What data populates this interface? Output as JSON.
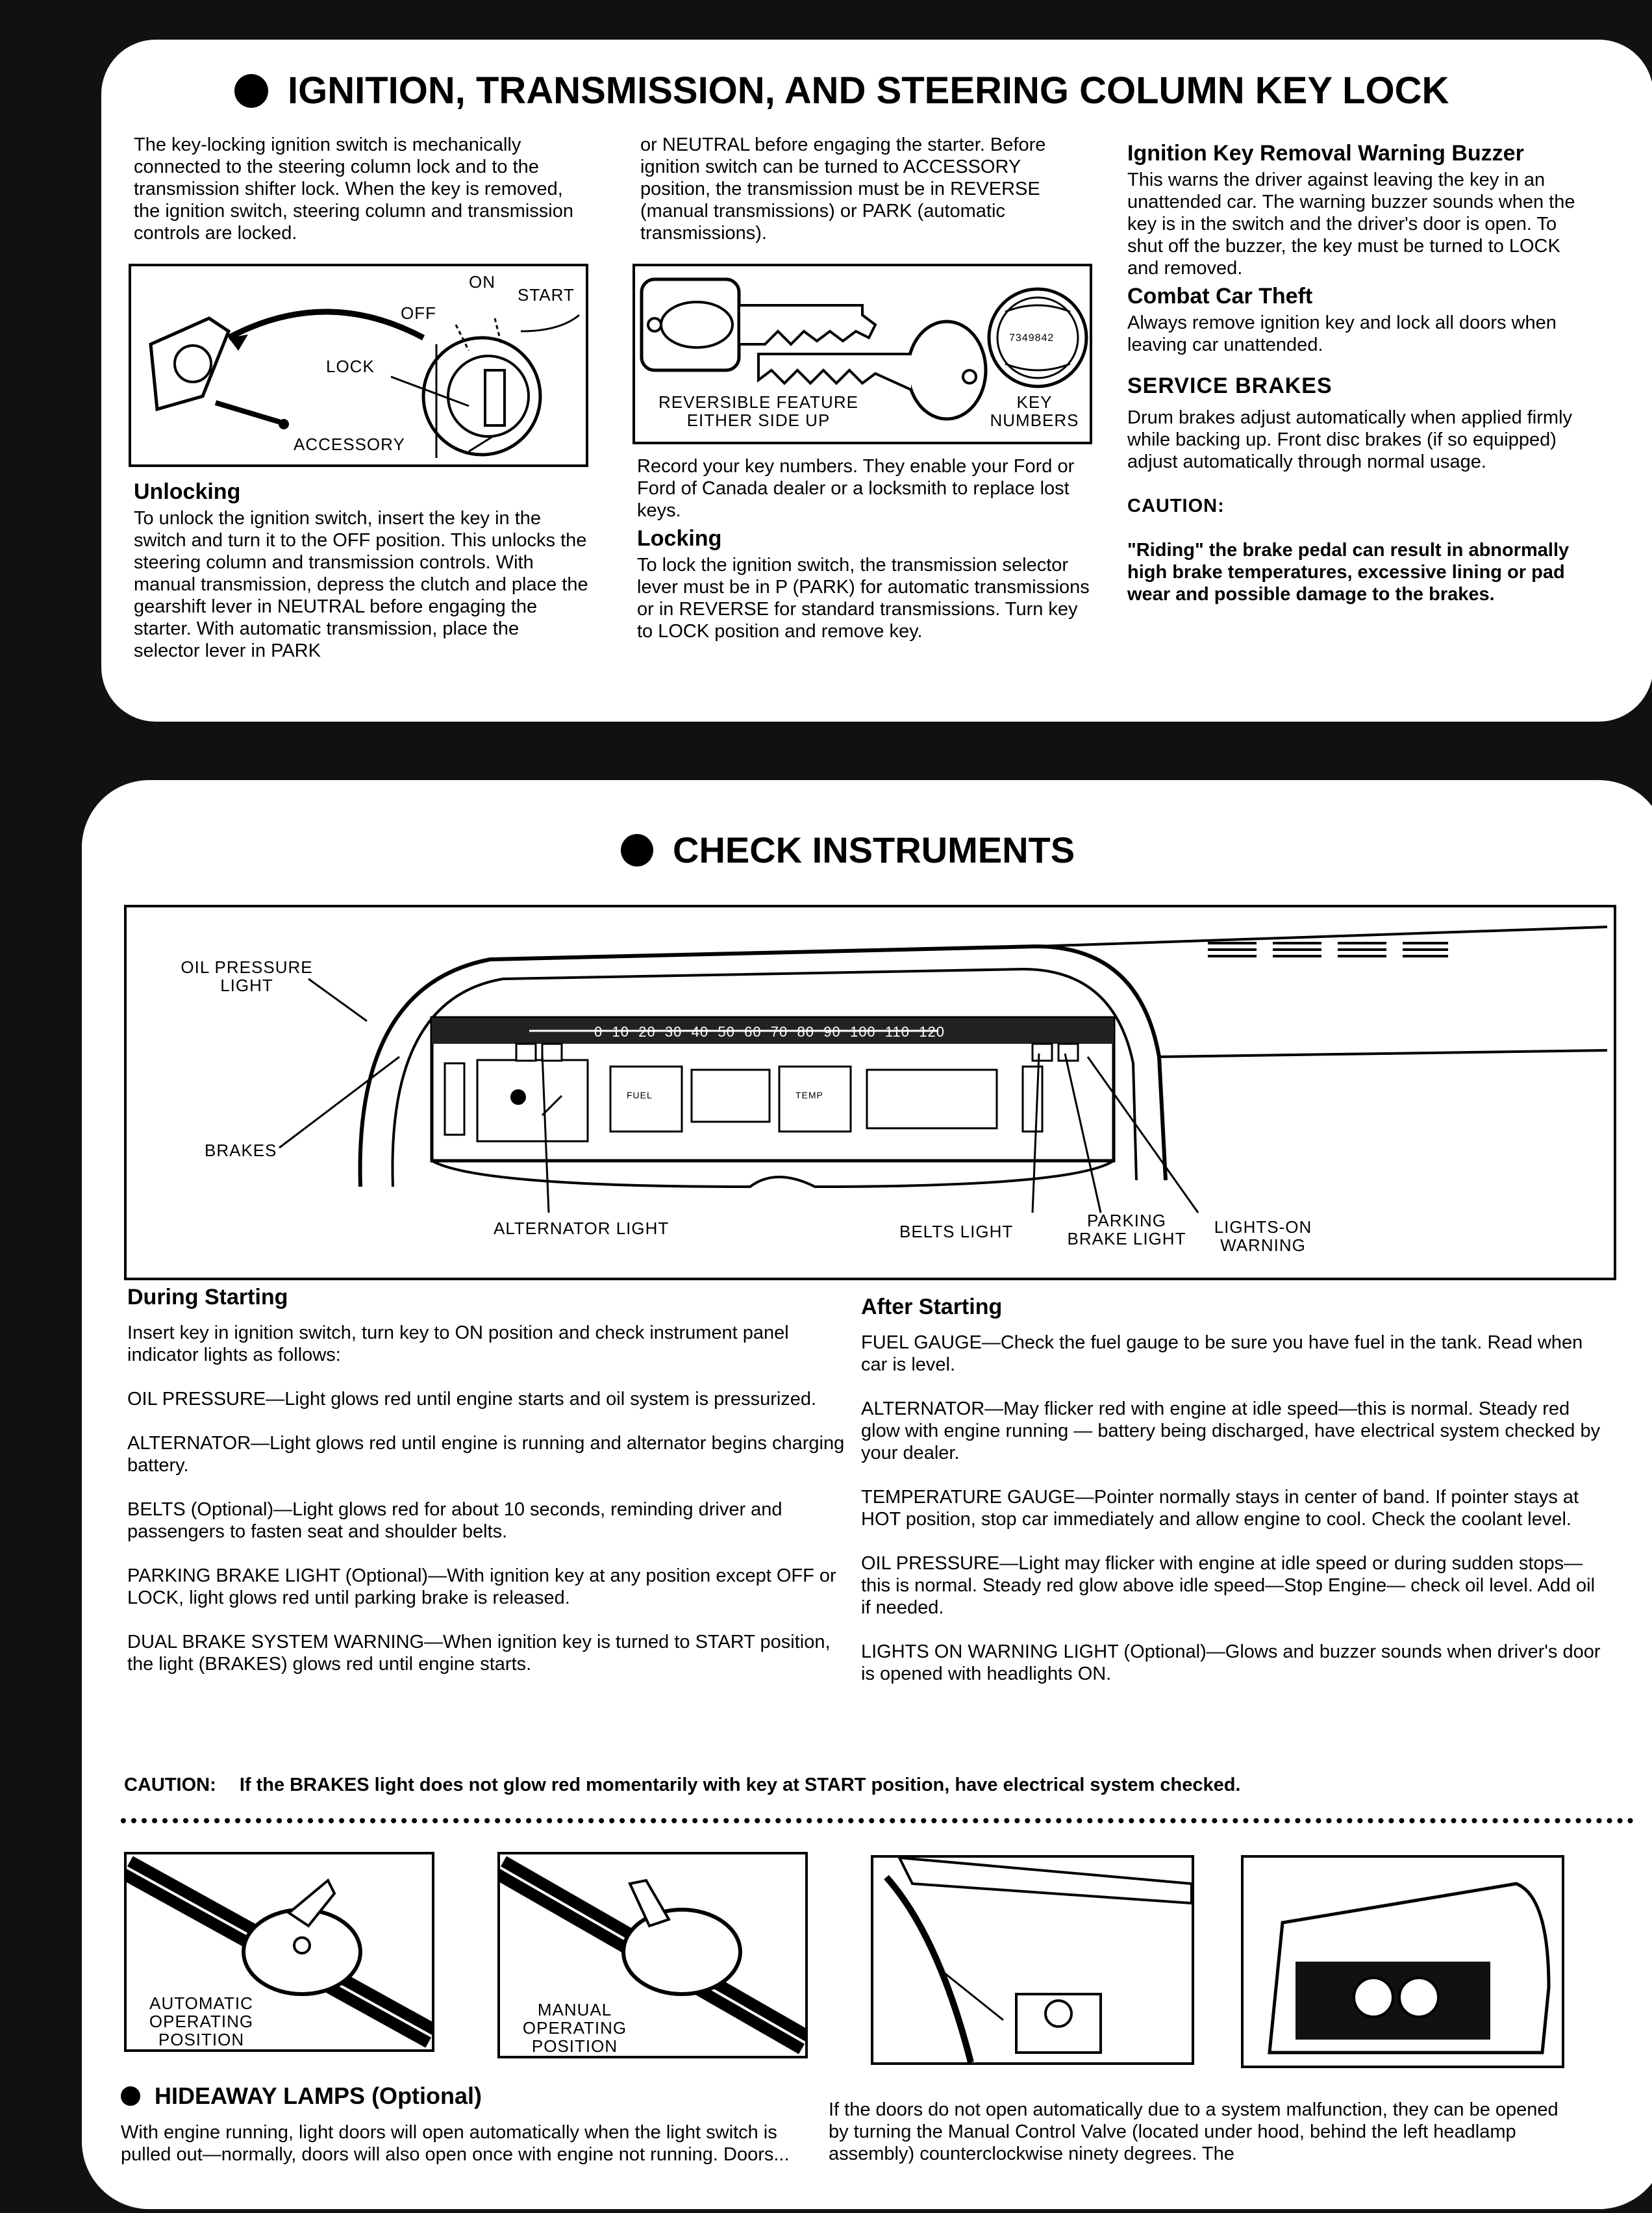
{
  "section1": {
    "title": "IGNITION, TRANSMISSION, AND STEERING COLUMN KEY LOCK",
    "intro": "The key-locking ignition switch is mechanically connected to the steering column lock and to the transmission shifter lock. When the key is removed, the ignition switch, steering column and transmission controls are locked.",
    "ignition_labels": {
      "on": "ON",
      "start": "START",
      "off": "OFF",
      "lock": "LOCK",
      "accessory": "ACCESSORY"
    },
    "unlocking_title": "Unlocking",
    "unlocking_text": "To unlock the ignition switch, insert the key in the switch and turn it to the OFF position. This unlocks the steering column and transmission controls. With manual transmission, depress the clutch and place the gearshift lever in NEUTRAL before engaging the starter. With automatic transmission, place the selector lever in PARK",
    "col2_text": "or NEUTRAL before engaging the starter. Before ignition switch can be turned to ACCESSORY position, the transmission must be in REVERSE (manual transmissions) or PARK (automatic transmissions).",
    "key_labels": {
      "reversible": "REVERSIBLE FEATURE EITHER SIDE UP",
      "key_numbers": "KEY NUMBERS",
      "number": "7349842"
    },
    "record_text": "Record your key numbers. They enable your Ford or Ford of Canada dealer or a locksmith to replace lost keys.",
    "locking_title": "Locking",
    "locking_text": "To lock the ignition switch, the transmission selector lever must be in P (PARK) for automatic transmissions or in REVERSE for standard transmissions. Turn key to LOCK position and remove key.",
    "buzzer_title": "Ignition Key Removal Warning Buzzer",
    "buzzer_text": "This warns the driver against leaving the key in an unattended car. The warning buzzer sounds when the key is in the switch and the driver's door is open. To shut off the buzzer, the key must be turned to LOCK and removed.",
    "theft_title": "Combat Car Theft",
    "theft_text": "Always remove ignition key and lock all doors when leaving car unattended.",
    "brakes_title": "SERVICE BRAKES",
    "brakes_text": "Drum brakes adjust automatically when applied firmly while backing up. Front disc brakes (if so equipped) adjust automatically through normal usage.",
    "caution_title": "CAUTION:",
    "caution_text": "\"Riding\" the brake pedal can result in abnormally high brake temperatures, excessive lining or pad wear and possible damage to the brakes."
  },
  "section2": {
    "title": "CHECK INSTRUMENTS",
    "diagram_labels": {
      "oil": "OIL PRESSURE LIGHT",
      "brakes": "BRAKES",
      "alternator": "ALTERNATOR LIGHT",
      "belts": "BELTS LIGHT",
      "parking": "PARKING BRAKE LIGHT",
      "lights_on": "LIGHTS-ON WARNING",
      "fuel": "FUEL",
      "temp": "TEMP",
      "speeds": [
        "0",
        "10",
        "20",
        "30",
        "40",
        "50",
        "60",
        "70",
        "80",
        "90",
        "100",
        "110",
        "120"
      ]
    },
    "during_title": "During Starting",
    "during_intro": "Insert key in ignition switch, turn key to ON position and check instrument panel indicator lights as follows:",
    "during_items": [
      "OIL PRESSURE—Light glows red until engine starts and oil system is pressurized.",
      "ALTERNATOR—Light glows red until engine is running and alternator begins charging battery.",
      "BELTS (Optional)—Light glows red for about 10 seconds, reminding driver and passengers to fasten seat and shoulder belts.",
      "PARKING BRAKE LIGHT (Optional)—With ignition key at any position except OFF or LOCK, light glows red until parking brake is released.",
      "DUAL BRAKE SYSTEM WARNING—When ignition key is turned to START position, the light (BRAKES) glows red until engine starts."
    ],
    "after_title": "After Starting",
    "after_items": [
      "FUEL GAUGE—Check the fuel gauge to be sure you have fuel in the tank. Read when car is level.",
      "ALTERNATOR—May flicker red with engine at idle speed—this is normal. Steady red glow with engine running — battery being discharged, have electrical system checked by your dealer.",
      "TEMPERATURE GAUGE—Pointer normally stays in center of band. If pointer stays at HOT position, stop car immediately and allow engine to cool. Check the coolant level.",
      "OIL PRESSURE—Light may flicker with engine at idle speed or during sudden stops—this is normal. Steady red glow above idle speed—Stop Engine— check oil level. Add oil if needed.",
      "LIGHTS ON WARNING LIGHT (Optional)—Glows and buzzer sounds when driver's door is opened with headlights ON."
    ],
    "caution_label": "CAUTION:",
    "caution_text": "If the BRAKES light does not glow red momentarily with key at START position, have electrical system checked."
  },
  "section3": {
    "auto_label": "AUTOMATIC OPERATING POSITION",
    "manual_label": "MANUAL OPERATING POSITION",
    "title": "HIDEAWAY LAMPS (Optional)",
    "left_text": "With engine running, light doors will open automatically when the light switch is pulled out—normally, doors will also open once with engine not running. Doors...",
    "right_text": "If the doors do not open automatically due to a system malfunction, they can be opened by turning the Manual Control Valve (located under hood, behind the left headlamp assembly) counterclockwise ninety degrees. The"
  }
}
